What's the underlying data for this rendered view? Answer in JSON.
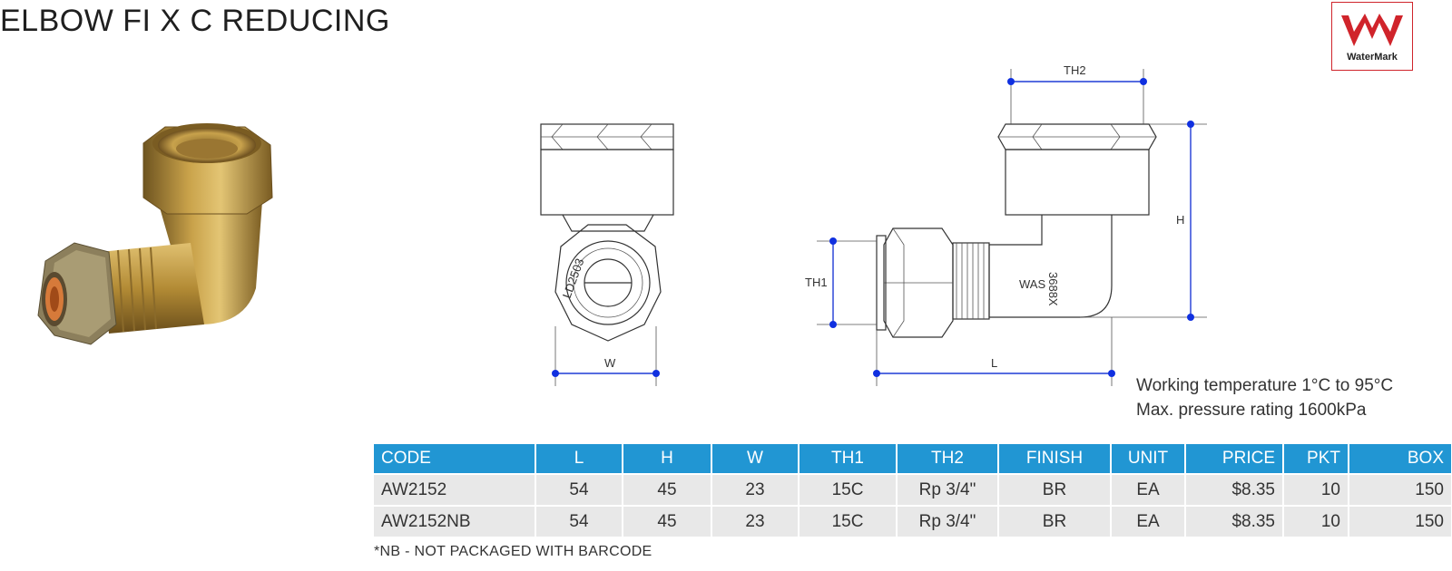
{
  "title": "ELBOW FI X C REDUCING",
  "logo": {
    "text": "WaterMark",
    "icon": "watermark-logo-icon"
  },
  "drawing": {
    "markings": [
      "LD2503",
      "3688X",
      "WAS"
    ],
    "dims": [
      "TH2",
      "H",
      "TH1",
      "L",
      "W"
    ]
  },
  "specs": {
    "working_temperature": "Working temperature 1°C to 95°C",
    "max_pressure": "Max. pressure rating 1600kPa"
  },
  "table": {
    "headers": [
      "CODE",
      "L",
      "H",
      "W",
      "TH1",
      "TH2",
      "FINISH",
      "UNIT",
      "PRICE",
      "PKT",
      "BOX"
    ],
    "rows": [
      [
        "AW2152",
        "54",
        "45",
        "23",
        "15C",
        "Rp 3/4\"",
        "BR",
        "EA",
        "$8.35",
        "10",
        "150"
      ],
      [
        "AW2152NB",
        "54",
        "45",
        "23",
        "15C",
        "Rp 3/4\"",
        "BR",
        "EA",
        "$8.35",
        "10",
        "150"
      ]
    ]
  },
  "note": "*NB - NOT PACKAGED WITH BARCODE",
  "colors": {
    "header_blue": "#2196d3",
    "row_gray": "#e8e8e8",
    "watermark_red": "#d0242b",
    "dimension_blue": "#1030e0",
    "brass": "#b8913a"
  }
}
